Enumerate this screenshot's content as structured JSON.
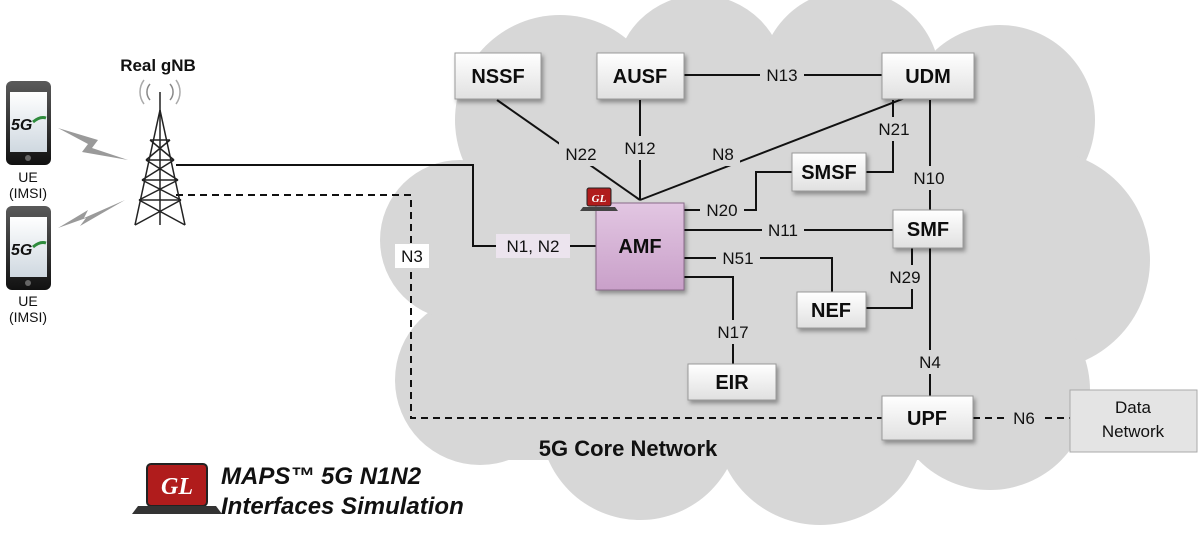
{
  "diagram": {
    "radio": {
      "label": "Real gNB"
    },
    "ues": [
      {
        "label_line1": "UE",
        "label_line2": "(IMSI)",
        "badge": "5G"
      },
      {
        "label_line1": "UE",
        "label_line2": "(IMSI)",
        "badge": "5G"
      }
    ],
    "core": {
      "label": "5G Core Network"
    },
    "network_functions": {
      "nssf": "NSSF",
      "ausf": "AUSF",
      "udm": "UDM",
      "smsf": "SMSF",
      "amf": "AMF",
      "smf": "SMF",
      "nef": "NEF",
      "eir": "EIR",
      "upf": "UPF"
    },
    "data_network": {
      "line1": "Data",
      "line2": "Network"
    },
    "interfaces": {
      "n1n2": "N1, N2",
      "n3": "N3",
      "n4": "N4",
      "n6": "N6",
      "n8": "N8",
      "n10": "N10",
      "n11": "N11",
      "n12": "N12",
      "n13": "N13",
      "n17": "N17",
      "n20": "N20",
      "n21": "N21",
      "n22": "N22",
      "n29": "N29",
      "n51": "N51"
    },
    "logo_text": "GL",
    "caption": {
      "line1": "MAPS™ 5G N1N2",
      "line2": "Interfaces Simulation"
    },
    "colors": {
      "amf_fill": "#d6b4d6",
      "box_fill": "#f2f2f2",
      "cloud_fill": "#d7d7d7",
      "logo_red": "#b01c1c"
    }
  }
}
